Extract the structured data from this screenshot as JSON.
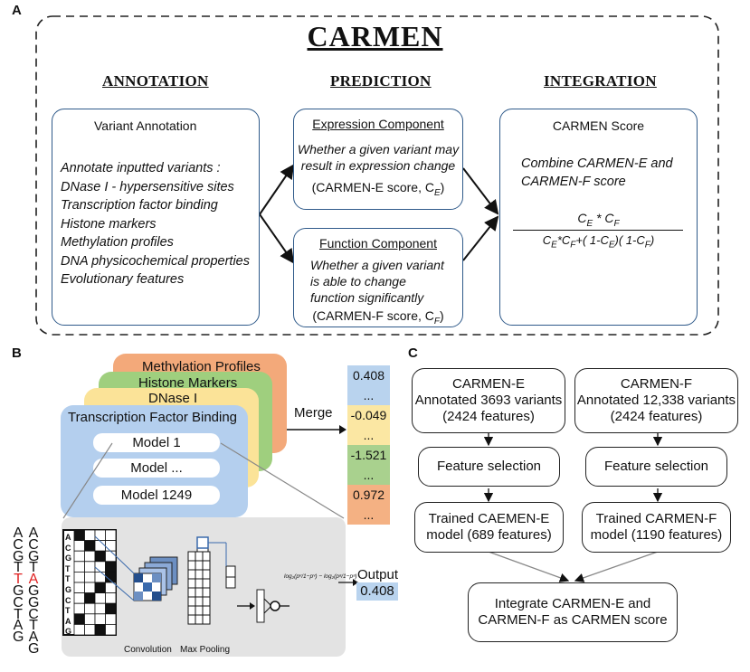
{
  "panels": {
    "a": "A",
    "b": "B",
    "c": "C"
  },
  "a": {
    "title": "CARMEN",
    "headers": {
      "annotation": "ANNOTATION",
      "prediction": "PREDICTION",
      "integration": "INTEGRATION"
    },
    "annotation_box": {
      "title": "Variant Annotation",
      "intro": "Annotate inputted variants :",
      "items": [
        "DNase I - hypersensitive sites",
        "Transcription factor binding",
        "Histone markers",
        "Methylation profiles",
        "DNA physicochemical properties",
        "Evolutionary features"
      ]
    },
    "expression_box": {
      "title": "Expression Component",
      "line1": "Whether a given variant may",
      "line2": "result in expression change",
      "score_prefix": "(CARMEN-E score, C",
      "score_sub": "E",
      "score_suffix": ")"
    },
    "function_box": {
      "title": "Function Component",
      "line1": "Whether a given variant",
      "line2": "is able to change",
      "line3": "function significantly",
      "score_prefix": "(CARMEN-F score, C",
      "score_sub": "F",
      "score_suffix": ")"
    },
    "score_box": {
      "title": "CARMEN Score",
      "line1": "Combine CARMEN-E and",
      "line2": "CARMEN-F score",
      "c": "C",
      "e": "E",
      "f": "F",
      "star": " * ",
      "den_star": "*",
      "den_plus": "+(",
      "den_one_minus": " 1-",
      "den_close_open": ")(",
      "den_close": ")"
    }
  },
  "b": {
    "layers": [
      "Methylation Profiles",
      "Histone Markers",
      "DNase I",
      "Transcription Factor Binding"
    ],
    "models": [
      "Model 1",
      "Model ...",
      "Model 1249"
    ],
    "merge_label": "Merge",
    "vector": [
      "0.408",
      "...",
      "-0.049",
      "...",
      "-1.521",
      "...",
      "0.972",
      "..."
    ],
    "vector_colors": [
      "#b9d3ee",
      "#b9d3ee",
      "#fbe7a3",
      "#fbe7a3",
      "#a9d18e",
      "#a9d18e",
      "#f4b183",
      "#f4b183"
    ],
    "dna_left": [
      "A",
      "C",
      "G",
      "T",
      "T",
      "G",
      "C",
      "T",
      "A",
      "G"
    ],
    "dna_right": [
      "A",
      "C",
      "G",
      "T",
      "A",
      "G",
      "G",
      "C",
      "T",
      "A",
      "G"
    ],
    "dna_highlight_color": "#e02020",
    "grid_letters": [
      "A",
      "C",
      "G",
      "T",
      "T",
      "G",
      "C",
      "T",
      "A",
      "G"
    ],
    "conv_label": "Convolution",
    "pool_label": "Max Pooling",
    "formula": "log₂(pᵛ/1−pᵛ) − log₂(pᵃ/1−pᵃ)",
    "output_label": "Output",
    "output_value": "0.408"
  },
  "c": {
    "e_title": "CARMEN-E",
    "e_line1": "Annotated 3693 variants",
    "e_line2": "(2424 features)",
    "f_title": "CARMEN-F",
    "f_line1": "Annotated 12,338 variants",
    "f_line2": "(2424 features)",
    "feature_selection": "Feature selection",
    "e_trained1": "Trained CAEMEN-E",
    "e_trained2": "model (689 features)",
    "f_trained1": "Trained CARMEN-F",
    "f_trained2": "model (1190 features)",
    "integrate1": "Integrate CARMEN-E and",
    "integrate2": "CARMEN-F as CARMEN score"
  }
}
